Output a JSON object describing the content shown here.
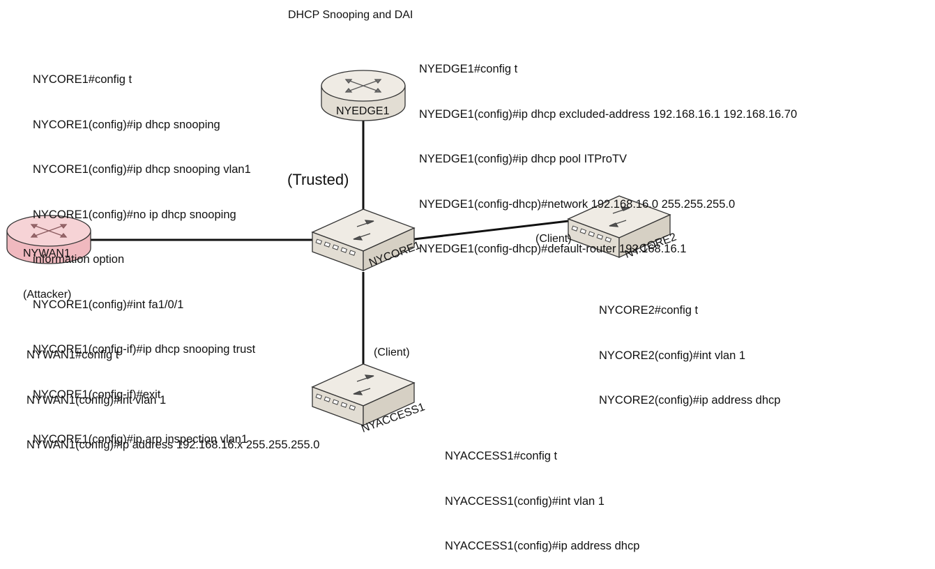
{
  "title": "DHCP Snooping and DAI",
  "configs": {
    "nycore1": [
      "NYCORE1#config t",
      "NYCORE1(config)#ip dhcp snooping",
      "NYCORE1(config)#ip dhcp snooping vlan1",
      "NYCORE1(config)#no ip dhcp snooping",
      "information option",
      "NYCORE1(config)#int fa1/0/1",
      "NYCORE1(config-if)#ip dhcp snooping trust",
      "NYCORE1(config-if)#exit",
      "NYCORE1(config)#ip arp inspection vlan1"
    ],
    "nyedge1": [
      "NYEDGE1#config t",
      "NYEDGE1(config)#ip dhcp excluded-address 192.168.16.1 192.168.16.70",
      "NYEDGE1(config)#ip dhcp pool ITProTV",
      "NYEDGE1(config-dhcp)#network 192.168.16.0 255.255.255.0",
      "NYEDGE1(config-dhcp)#default-router 192.168.16.1"
    ],
    "nycore2": [
      "NYCORE2#config t",
      "NYCORE2(config)#int vlan 1",
      "NYCORE2(config)#ip address dhcp"
    ],
    "nywan1": [
      "NYWAN1#config t",
      "NYWAN1(config)#int vlan 1",
      "NYWAN1(config)#ip address 192.168.16.x 255.255.255.0"
    ],
    "nyaccess1": [
      "NYACCESS1#config t",
      "NYACCESS1(config)#int vlan 1",
      "NYACCESS1(config)#ip address dhcp"
    ]
  },
  "roles": {
    "trusted": "(Trusted)",
    "attacker": "(Attacker)",
    "client_core2": "(Client)",
    "client_access1": "(Client)"
  },
  "devices": {
    "nyedge1": {
      "label": "NYEDGE1",
      "kind": "router",
      "color": "#e8e4dc"
    },
    "nywan1": {
      "label": "NYWAN1",
      "kind": "router",
      "color": "#f3c9ce"
    },
    "nycore1": {
      "label": "NYCORE1",
      "kind": "switch",
      "color": "#e8e4dc"
    },
    "nycore2": {
      "label": "NYCORE2",
      "kind": "switch",
      "color": "#e8e4dc"
    },
    "nyaccess1": {
      "label": "NYACCESS1",
      "kind": "switch",
      "color": "#e8e4dc"
    }
  }
}
